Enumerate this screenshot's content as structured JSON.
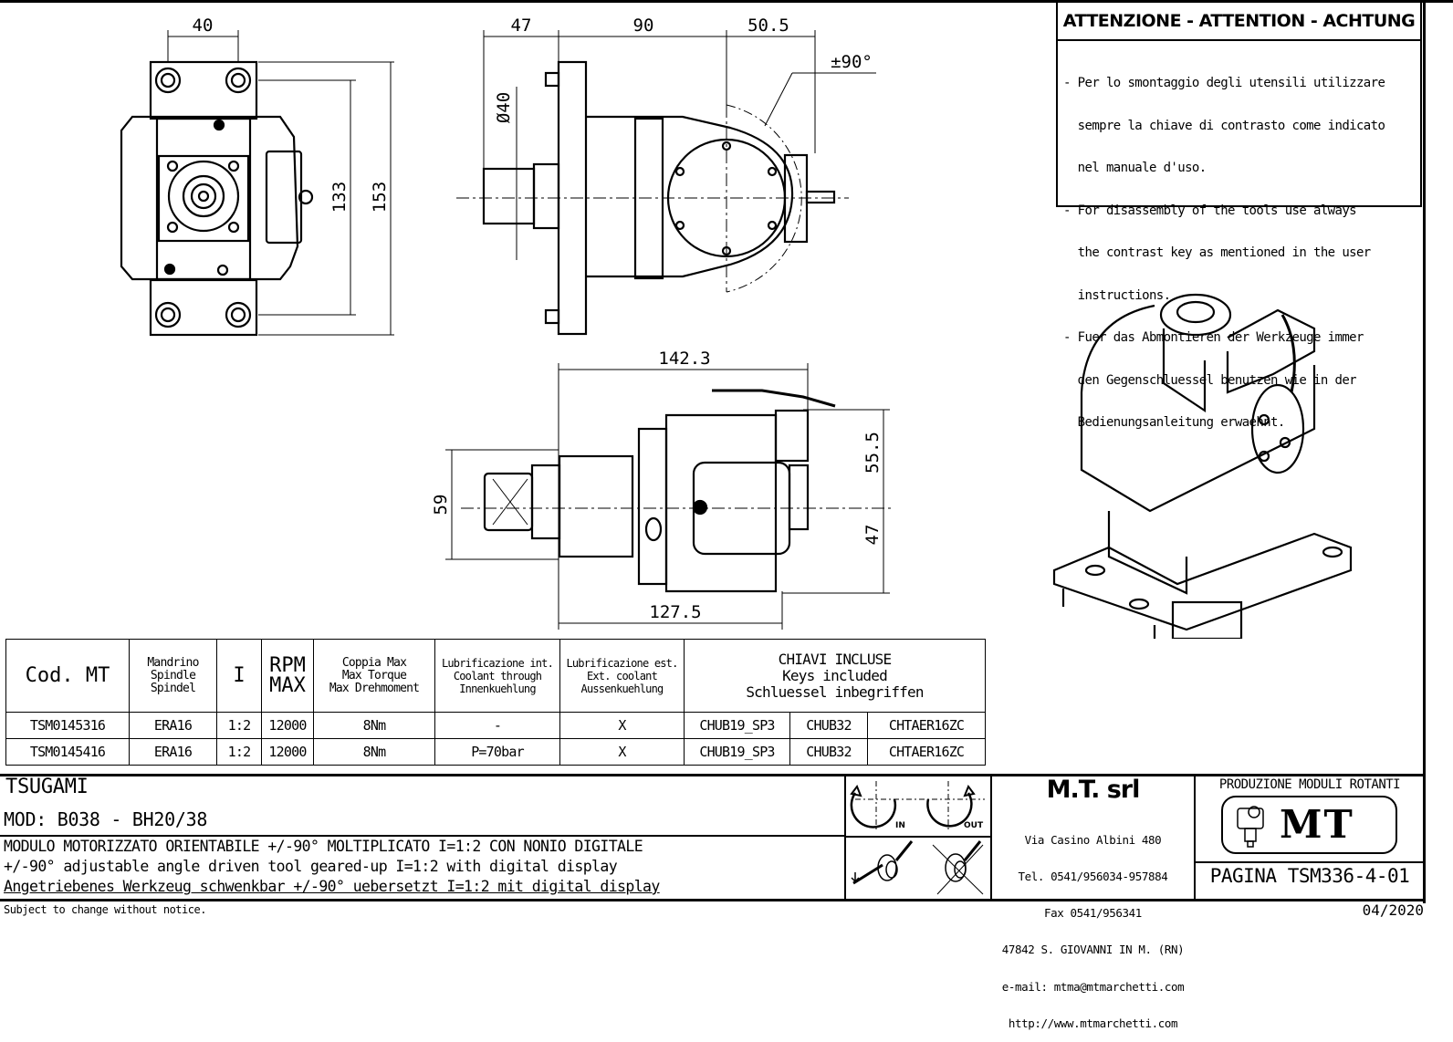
{
  "attention": {
    "title": "ATTENZIONE - ATTENTION - ACHTUNG",
    "lines": [
      "- Per lo smontaggio degli utensili utilizzare",
      "  sempre la chiave di contrasto come indicato",
      "  nel manuale d'uso.",
      "- For disassembly of the tools use always",
      "  the contrast key as mentioned in the user",
      "  instructions.",
      "- Fuer das Abmontieren der Werkzeuge immer",
      "  den Gegenschluessel benutzen wie in der",
      "  Bedienungsanleitung erwaehnt."
    ]
  },
  "dimensions": {
    "front": {
      "width": "40",
      "inner_height": "133",
      "outer_height": "153"
    },
    "side": {
      "d1": "47",
      "d2": "90",
      "d3": "50.5",
      "angle": "±90°",
      "diameter": "Ø40"
    },
    "top": {
      "overall": "142.3",
      "base": "127.5",
      "height": "59",
      "upper": "55.5",
      "lower": "47"
    }
  },
  "spec_table": {
    "headers": {
      "code": "Cod. MT",
      "spindle": [
        "Mandrino",
        "Spindle",
        "Spindel"
      ],
      "ratio": "I",
      "rpm": [
        "RPM",
        "MAX"
      ],
      "torque": [
        "Coppia Max",
        "Max Torque",
        "Max Drehmoment"
      ],
      "coolant_int": [
        "Lubrificazione int.",
        "Coolant through",
        "Innenkuehlung"
      ],
      "coolant_ext": [
        "Lubrificazione est.",
        "Ext. coolant",
        "Aussenkuehlung"
      ],
      "keys": [
        "CHIAVI INCLUSE",
        "Keys included",
        "Schluessel inbegriffen"
      ]
    },
    "rows": [
      {
        "code": "TSM0145316",
        "spindle": "ERA16",
        "ratio": "1:2",
        "rpm": "12000",
        "torque": "8Nm",
        "coolant_int": "-",
        "coolant_ext": "X",
        "key1": "CHUB19_SP3",
        "key2": "CHUB32",
        "key3": "CHTAER16ZC"
      },
      {
        "code": "TSM0145416",
        "spindle": "ERA16",
        "ratio": "1:2",
        "rpm": "12000",
        "torque": "8Nm",
        "coolant_int": "P=70bar",
        "coolant_ext": "X",
        "key1": "CHUB19_SP3",
        "key2": "CHUB32",
        "key3": "CHTAER16ZC"
      }
    ]
  },
  "title_block": {
    "machine": "TSUGAMI",
    "model": "MOD: B038 - BH20/38",
    "desc_it": "MODULO MOTORIZZATO ORIENTABILE +/-90° MOLTIPLICATO I=1:2 CON NONIO DIGITALE",
    "desc_en": "+/-90° adjustable angle driven tool geared-up I=1:2 with digital display",
    "desc_de": "Angetriebenes Werkzeug schwenkbar +/-90° uebersetzt I=1:2 mit digital display",
    "rotation_in": "IN",
    "rotation_out": "OUT",
    "company": {
      "name": "M.T. srl",
      "address": "Via Casino Albini 480",
      "tel": "Tel. 0541/956034-957884",
      "fax": "Fax 0541/956341",
      "city": "47842 S. GIOVANNI IN M. (RN)",
      "email": "e-mail: mtma@mtmarchetti.com",
      "web": "http://www.mtmarchetti.com"
    },
    "production_label": "PRODUZIONE MODULI ROTANTI",
    "logo_text": "MT",
    "page": "PAGINA TSM336-4-01"
  },
  "footer": {
    "notice": "Subject to change without notice.",
    "date": "04/2020"
  }
}
